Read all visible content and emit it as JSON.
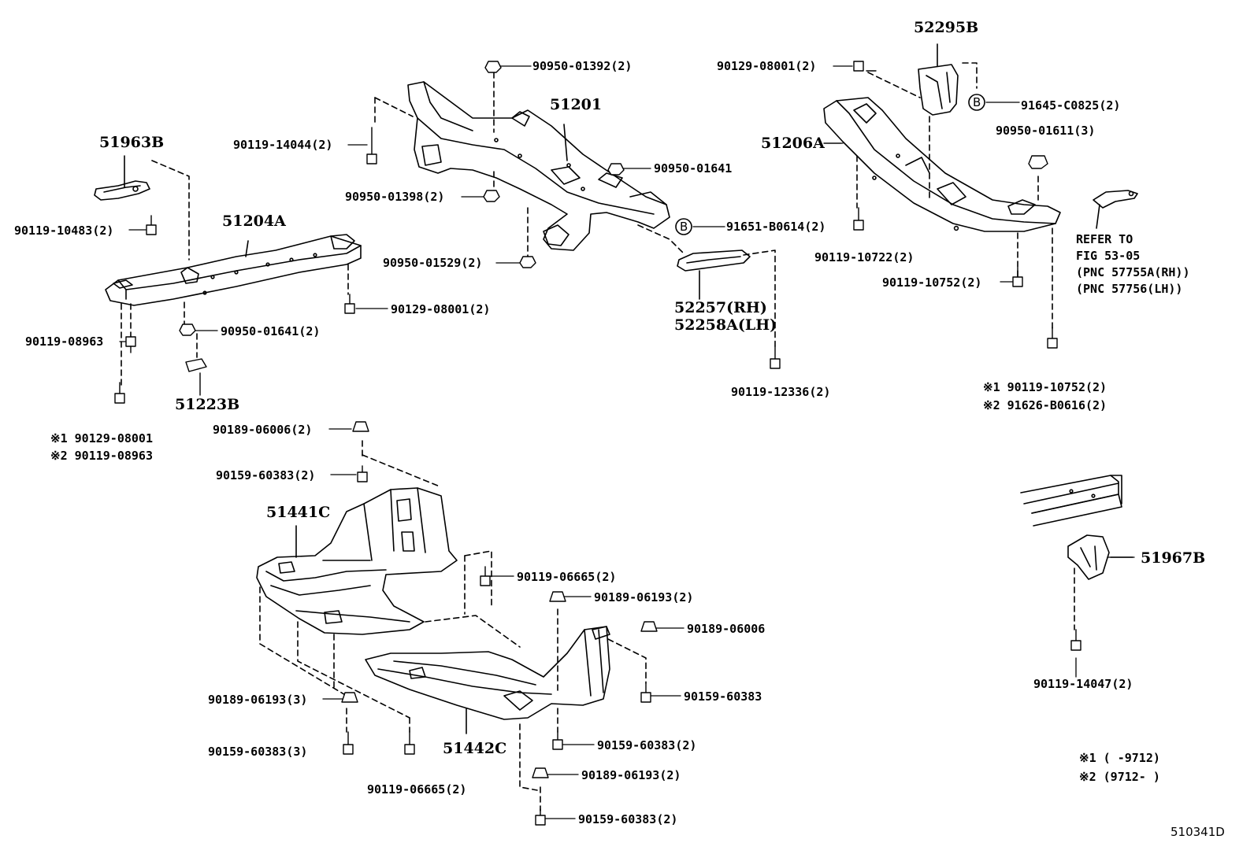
{
  "callout_letter": "B",
  "part_numbers": {
    "p51963B": "51963B",
    "p51204A": "51204A",
    "p51201": "51201",
    "p51206A": "51206A",
    "p52295B": "52295B",
    "p51223B": "51223B",
    "p52257": "52257(RH)",
    "p52258A": "52258A(LH)",
    "p51441C": "51441C",
    "p51442C": "51442C",
    "p51967B": "51967B"
  },
  "fasteners": {
    "f01": "90950-01392(2)",
    "f02": "90119-14044(2)",
    "f03": "90950-01641",
    "f04": "90950-01398(2)",
    "f05": "91651-B0614(2)",
    "f06": "90950-01529(2)",
    "f07": "90119-10483(2)",
    "f08": "90129-08001(2)",
    "f09": "90950-01641(2)",
    "f10": "90119-08963",
    "f11": "90119-12336(2)",
    "f12": "90129-08001(2)",
    "f13": "91645-C0825(2)",
    "f14": "90950-01611(3)",
    "f15": "90119-10722(2)",
    "f16": "90119-10752(2)",
    "f17": "90189-06006(2)",
    "f18": "90159-60383(2)",
    "f19": "90119-06665(2)",
    "f20": "90189-06193(2)",
    "f21": "90189-06006",
    "f22": "90159-60383",
    "f23": "90189-06193(3)",
    "f24": "90159-60383(3)",
    "f25": "90119-06665(2)",
    "f26": "90159-60383(2)",
    "f27": "90189-06193(2)",
    "f28": "90159-60383(2)",
    "f29": "90119-14047(2)"
  },
  "notes": {
    "left_alt_1": "※1 90129-08001",
    "left_alt_2": "※2 90119-08963",
    "right_alt_1": "※1 90119-10752(2)",
    "right_alt_2": "※2 91626-B0616(2)",
    "refer_1": "REFER TO",
    "refer_2": "FIG 53-05",
    "refer_3": "(PNC 57755A(RH))",
    "refer_4": "(PNC 57756(LH))",
    "legend_1": "※1 (     -9712)",
    "legend_2": "※2 (9712-      )"
  },
  "diagram_code": "510341D"
}
